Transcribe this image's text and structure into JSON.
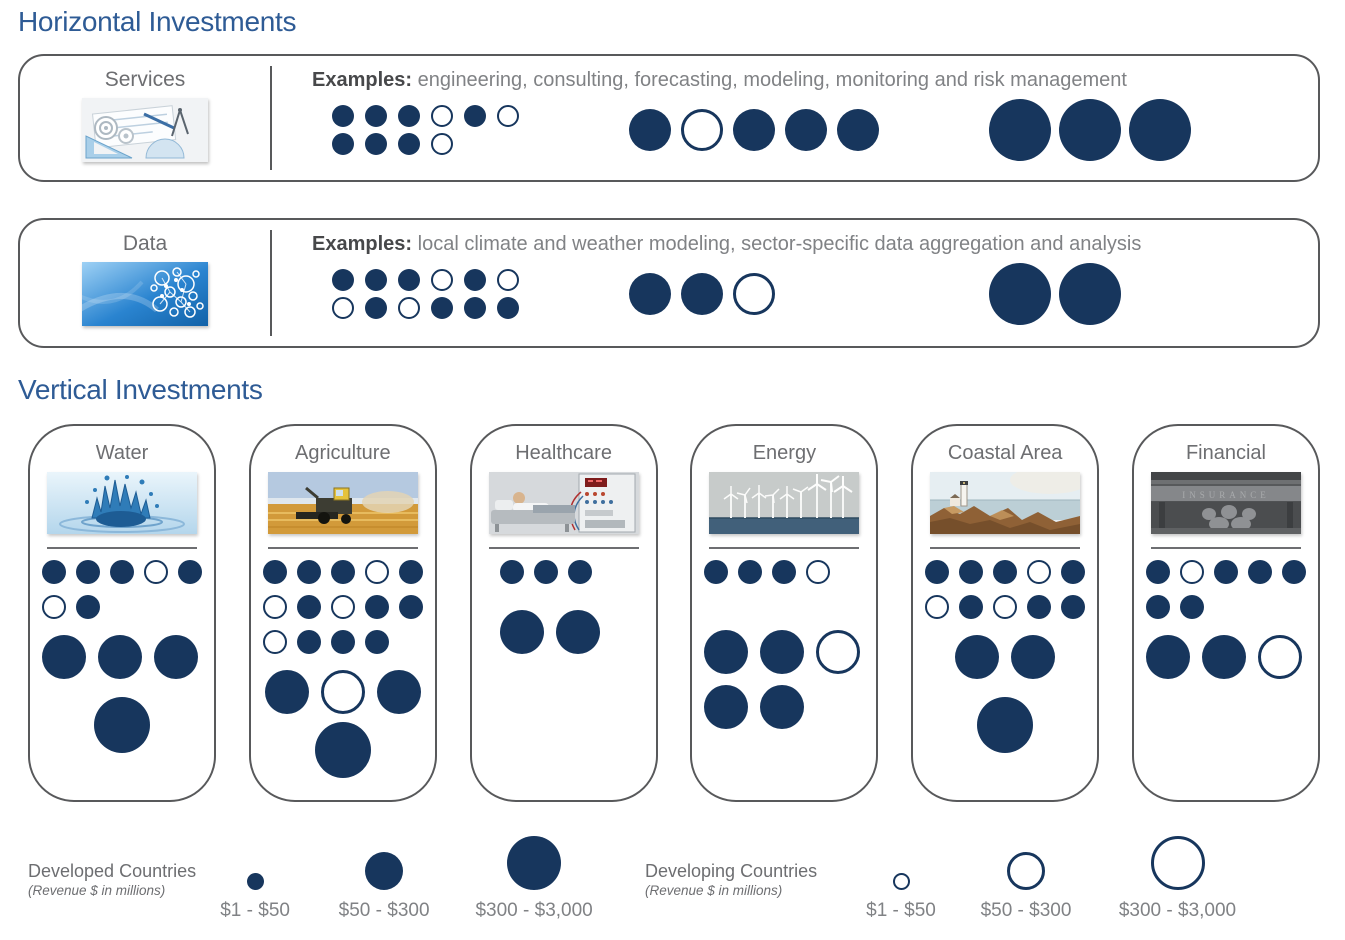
{
  "palette": {
    "navy": "#17365D",
    "heading_blue": "#2E5B95",
    "border_gray": "#58595B",
    "label_gray": "#6D6E71",
    "body_gray": "#808285"
  },
  "horizontal": {
    "title": "Horizontal Investments",
    "rows": [
      {
        "label": "Services",
        "image": "blueprint-drafting-tools",
        "examples_prefix": "Examples:",
        "examples_text": "engineering, consulting, forecasting, modeling, monitoring and risk management",
        "dots": {
          "small_rows": [
            [
              "f",
              "f",
              "f",
              "o",
              "f",
              "o"
            ],
            [
              "f",
              "f",
              "f",
              "o"
            ]
          ],
          "medium_rows": [
            [
              "f",
              "o",
              "f",
              "f",
              "f"
            ]
          ],
          "large_rows": [
            [
              "f",
              "f",
              "f"
            ]
          ]
        }
      },
      {
        "label": "Data",
        "image": "blue-data-network",
        "examples_prefix": "Examples:",
        "examples_text": "local climate and weather modeling, sector-specific data aggregation and analysis",
        "dots": {
          "small_rows": [
            [
              "f",
              "f",
              "f",
              "o",
              "f",
              "o"
            ],
            [
              "o",
              "f",
              "o",
              "f",
              "f",
              "f"
            ]
          ],
          "medium_rows": [
            [
              "f",
              "f",
              "o"
            ]
          ],
          "large_rows": [
            [
              "f",
              "f"
            ]
          ]
        }
      }
    ]
  },
  "vertical": {
    "title": "Vertical Investments",
    "columns": [
      {
        "label": "Water",
        "image": "water-splash",
        "dots": {
          "small_rows": [
            [
              "f",
              "f",
              "f",
              "o",
              "f"
            ],
            [
              "o",
              "f"
            ]
          ],
          "medium_rows": [
            [
              "f",
              "f",
              "f"
            ]
          ],
          "large_rows": [
            [
              "f"
            ]
          ]
        }
      },
      {
        "label": "Agriculture",
        "image": "harvester-in-field",
        "dots": {
          "small_rows": [
            [
              "f",
              "f",
              "f",
              "o",
              "f"
            ],
            [
              "o",
              "f",
              "o",
              "f",
              "f"
            ],
            [
              "o",
              "f",
              "f",
              "f"
            ]
          ],
          "medium_rows": [
            [
              "f",
              "o",
              "f"
            ]
          ],
          "large_rows": [
            [
              "f"
            ]
          ]
        }
      },
      {
        "label": "Healthcare",
        "image": "dialysis-patient",
        "dots": {
          "small_rows": [
            [
              "f",
              "f",
              "f"
            ]
          ],
          "medium_rows": [
            [
              "f",
              "f"
            ]
          ],
          "large_rows": []
        }
      },
      {
        "label": "Energy",
        "image": "offshore-wind-turbines",
        "dots": {
          "small_rows": [
            [
              "f",
              "f",
              "f",
              "o"
            ]
          ],
          "medium_rows": [
            [
              "f",
              "f",
              "o"
            ],
            [
              "f",
              "f"
            ]
          ],
          "large_rows": []
        }
      },
      {
        "label": "Coastal Area",
        "image": "lighthouse-coast",
        "dots": {
          "small_rows": [
            [
              "f",
              "f",
              "f",
              "o",
              "f"
            ],
            [
              "o",
              "f",
              "o",
              "f",
              "f"
            ]
          ],
          "medium_rows": [
            [
              "f",
              "f"
            ]
          ],
          "large_rows": [
            [
              "f"
            ]
          ]
        }
      },
      {
        "label": "Financial",
        "image": "insurance-building",
        "image_text": "INSURANCE",
        "dots": {
          "small_rows": [
            [
              "f",
              "o",
              "f",
              "f",
              "f"
            ],
            [
              "f",
              "f"
            ]
          ],
          "medium_rows": [
            [
              "f",
              "f",
              "o"
            ]
          ],
          "large_rows": []
        }
      }
    ]
  },
  "legend": {
    "developed": {
      "title": "Developed Countries",
      "subtitle": "(Revenue $ in millions)",
      "dot_style": "filled",
      "sizes": [
        "$1 - $50",
        "$50 - $300",
        "$300 - $3,000"
      ]
    },
    "developing": {
      "title": "Developing Countries",
      "subtitle": "(Revenue $ in millions)",
      "dot_style": "open",
      "sizes": [
        "$1 - $50",
        "$50 - $300",
        "$300 - $3,000"
      ]
    }
  }
}
